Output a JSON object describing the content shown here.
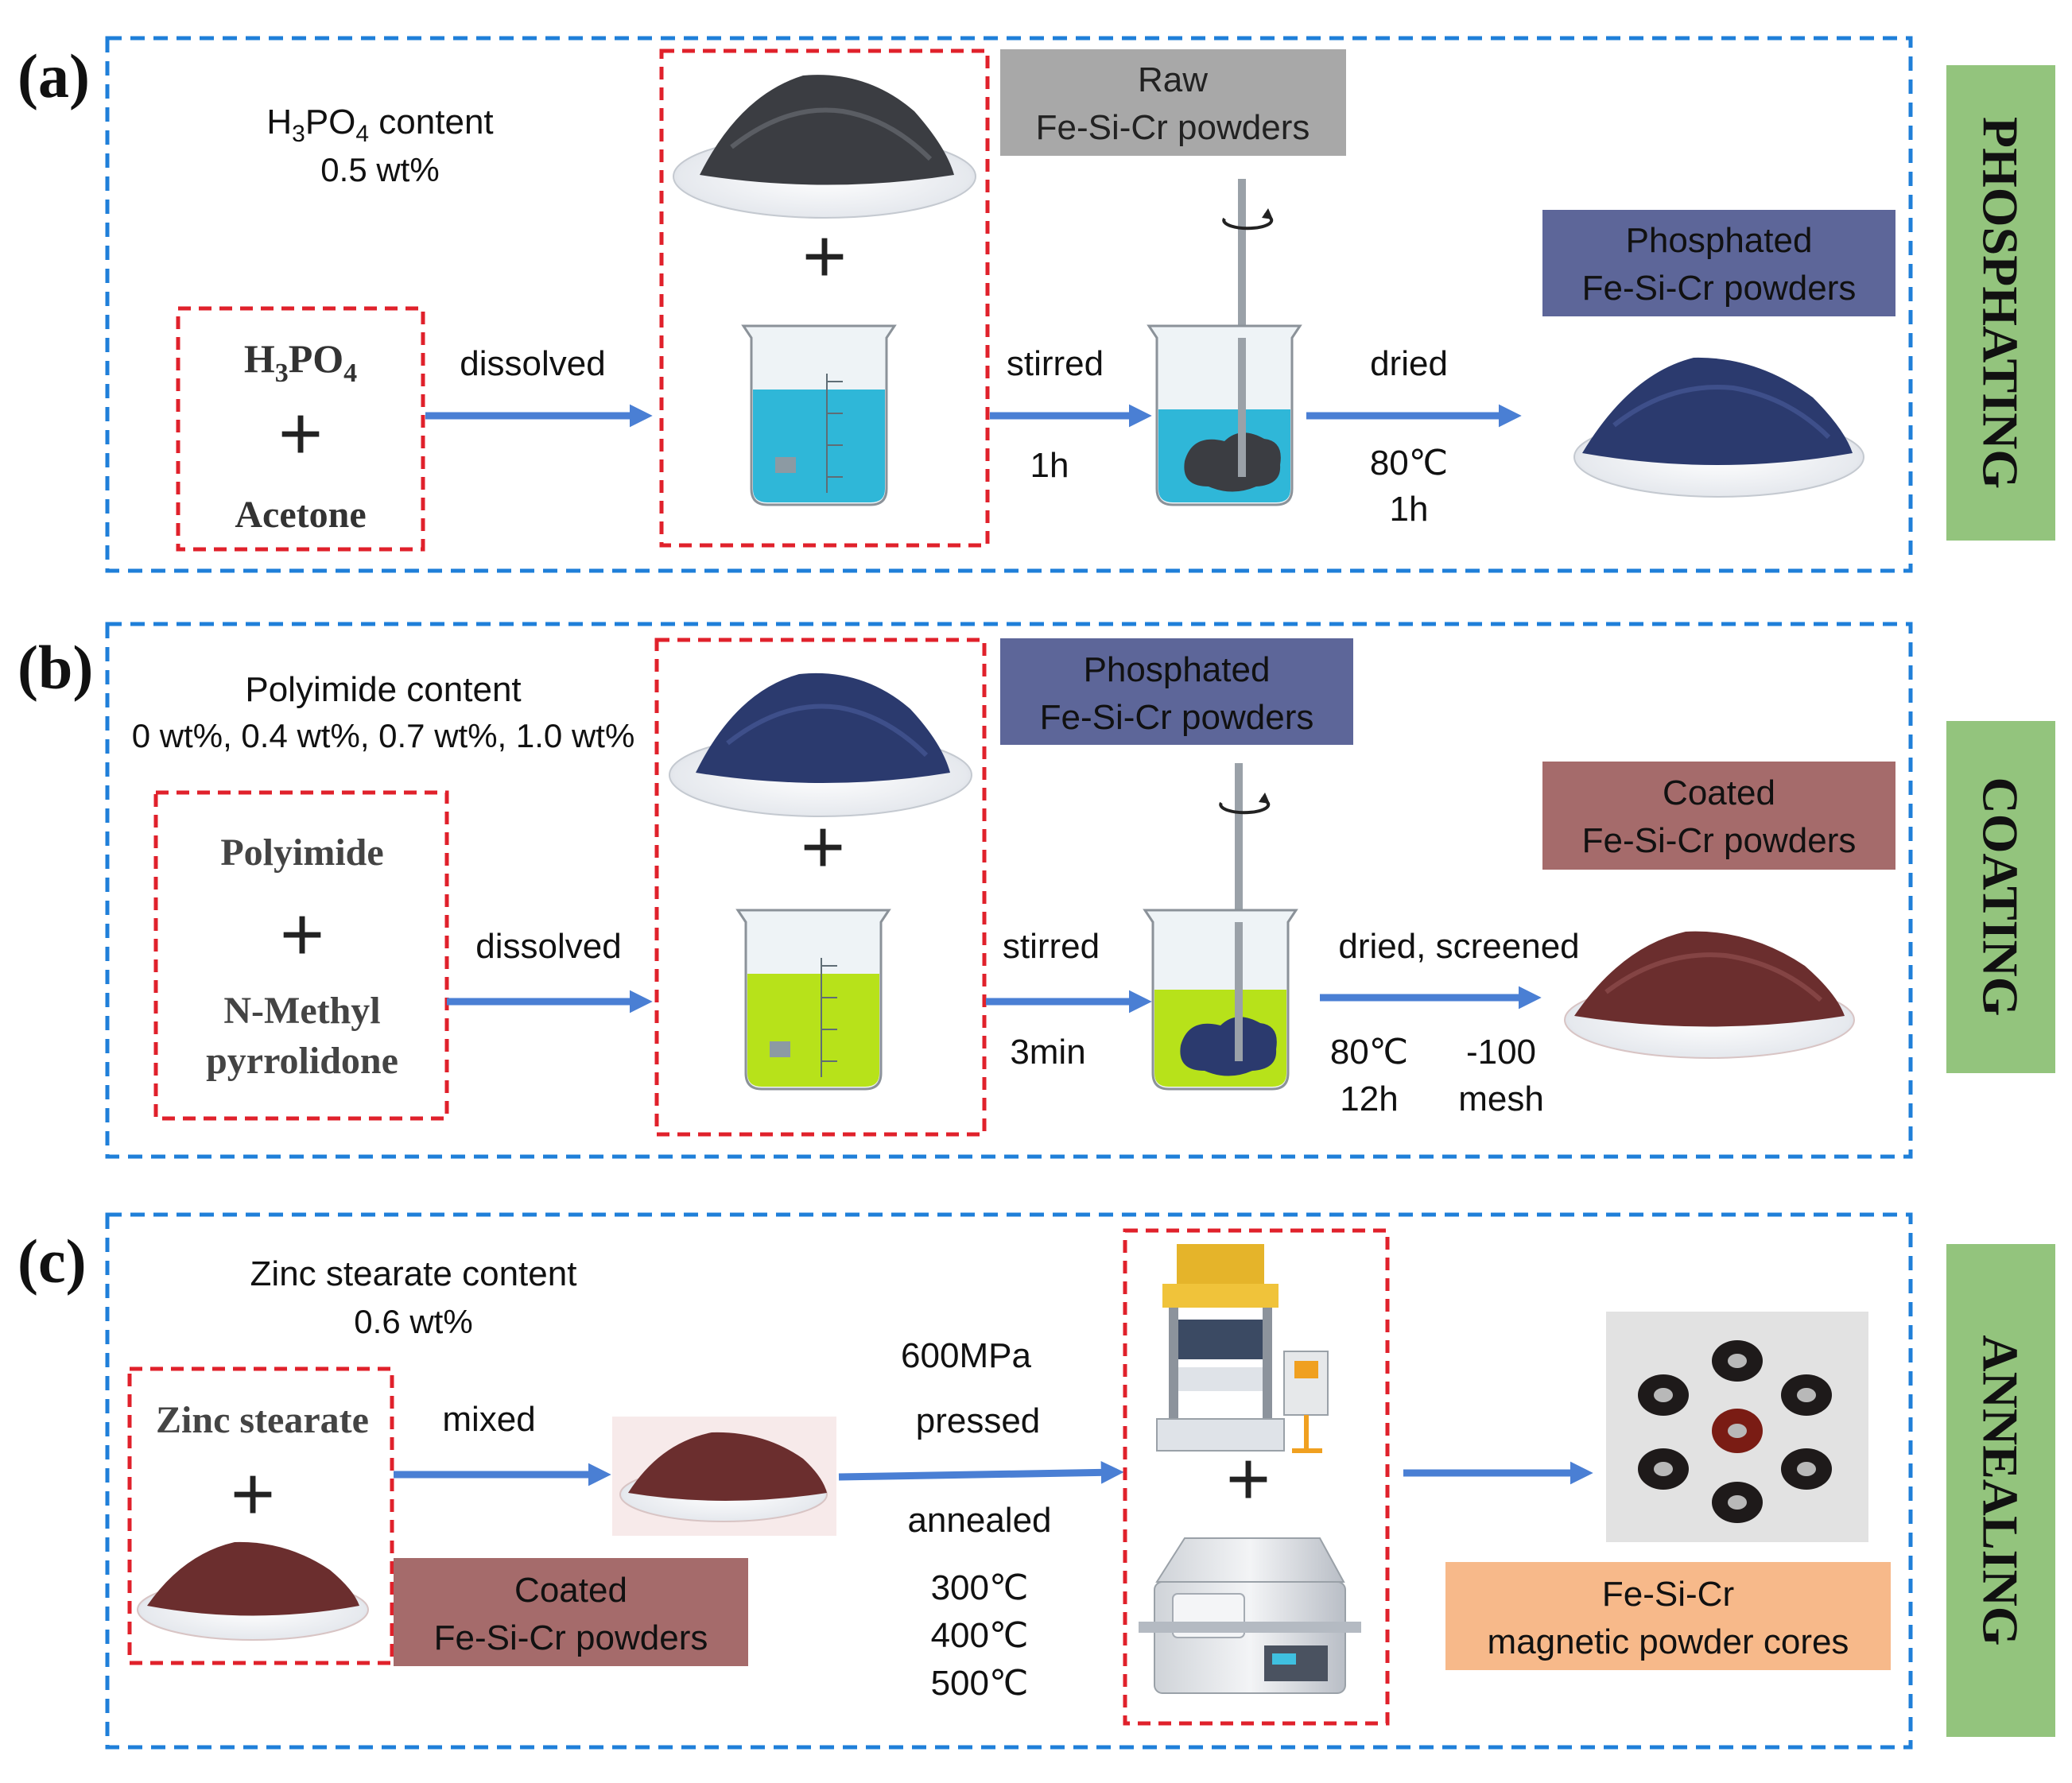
{
  "colors": {
    "panel_border": "#1f7fd9",
    "group_border": "#e0212b",
    "arrow": "#4a7fd4",
    "side_label_bg": "#93c47d",
    "raw_label_bg": "#a8a8a8",
    "phosphated_label_bg": "#5d6699",
    "coated_label_bg": "#a56b6b",
    "cores_label_bg": "#f7b98a",
    "liquid_acetone": "#2fb7d8",
    "liquid_nmp": "#b7e21a",
    "powder_raw": "#3b3d42",
    "powder_phosphated": "#2b3a6e",
    "powder_coated": "#6b2e2e"
  },
  "panel_a": {
    "tag": "(a)",
    "side_label": "PHOSPHATING",
    "content_line1_main": "H",
    "content_line1_sub1": "3",
    "content_line1_mid": "PO",
    "content_line1_sub2": "4",
    "content_line1_tail": " content",
    "content_line2": "0.5 wt%",
    "reagent_main": "H",
    "reagent_sub1": "3",
    "reagent_mid": "PO",
    "reagent_sub2": "4",
    "plus": "+",
    "solvent": "Acetone",
    "arrow1_label": "dissolved",
    "raw_label_line1": "Raw",
    "raw_label_line2": "Fe-Si-Cr powders",
    "arrow2_label": "stirred",
    "arrow2_time": "1h",
    "arrow3_label": "dried",
    "arrow3_temp": "80℃",
    "arrow3_time": "1h",
    "product_label_line1": "Phosphated",
    "product_label_line2": "Fe-Si-Cr powders"
  },
  "panel_b": {
    "tag": "(b)",
    "side_label": "COATING",
    "content_line1": "Polyimide content",
    "content_line2": "0 wt%, 0.4 wt%, 0.7 wt%, 1.0 wt%",
    "reagent": "Polyimide",
    "plus": "+",
    "solvent_line1": "N-Methyl",
    "solvent_line2": "pyrrolidone",
    "arrow1_label": "dissolved",
    "input_label_line1": "Phosphated",
    "input_label_line2": "Fe-Si-Cr powders",
    "arrow2_label": "stirred",
    "arrow2_time": "3min",
    "arrow3_label": "dried, screened",
    "arrow3_temp": "80℃",
    "arrow3_time": "12h",
    "arrow3_mesh_line1": "-100",
    "arrow3_mesh_line2": "mesh",
    "product_label_line1": "Coated",
    "product_label_line2": "Fe-Si-Cr powders"
  },
  "panel_c": {
    "tag": "(c)",
    "side_label": "ANNEALING",
    "content_line1": "Zinc stearate content",
    "content_line2": "0.6 wt%",
    "reagent": "Zinc stearate",
    "plus": "+",
    "coated_label_line1": "Coated",
    "coated_label_line2": "Fe-Si-Cr powders",
    "arrow1_label": "mixed",
    "arrow2_pressure": "600MPa",
    "arrow2_label": "pressed",
    "arrow2_label2": "annealed",
    "temp1": "300℃",
    "temp2": "400℃",
    "temp3": "500℃",
    "product_label_line1": "Fe-Si-Cr",
    "product_label_line2": "magnetic powder cores"
  }
}
